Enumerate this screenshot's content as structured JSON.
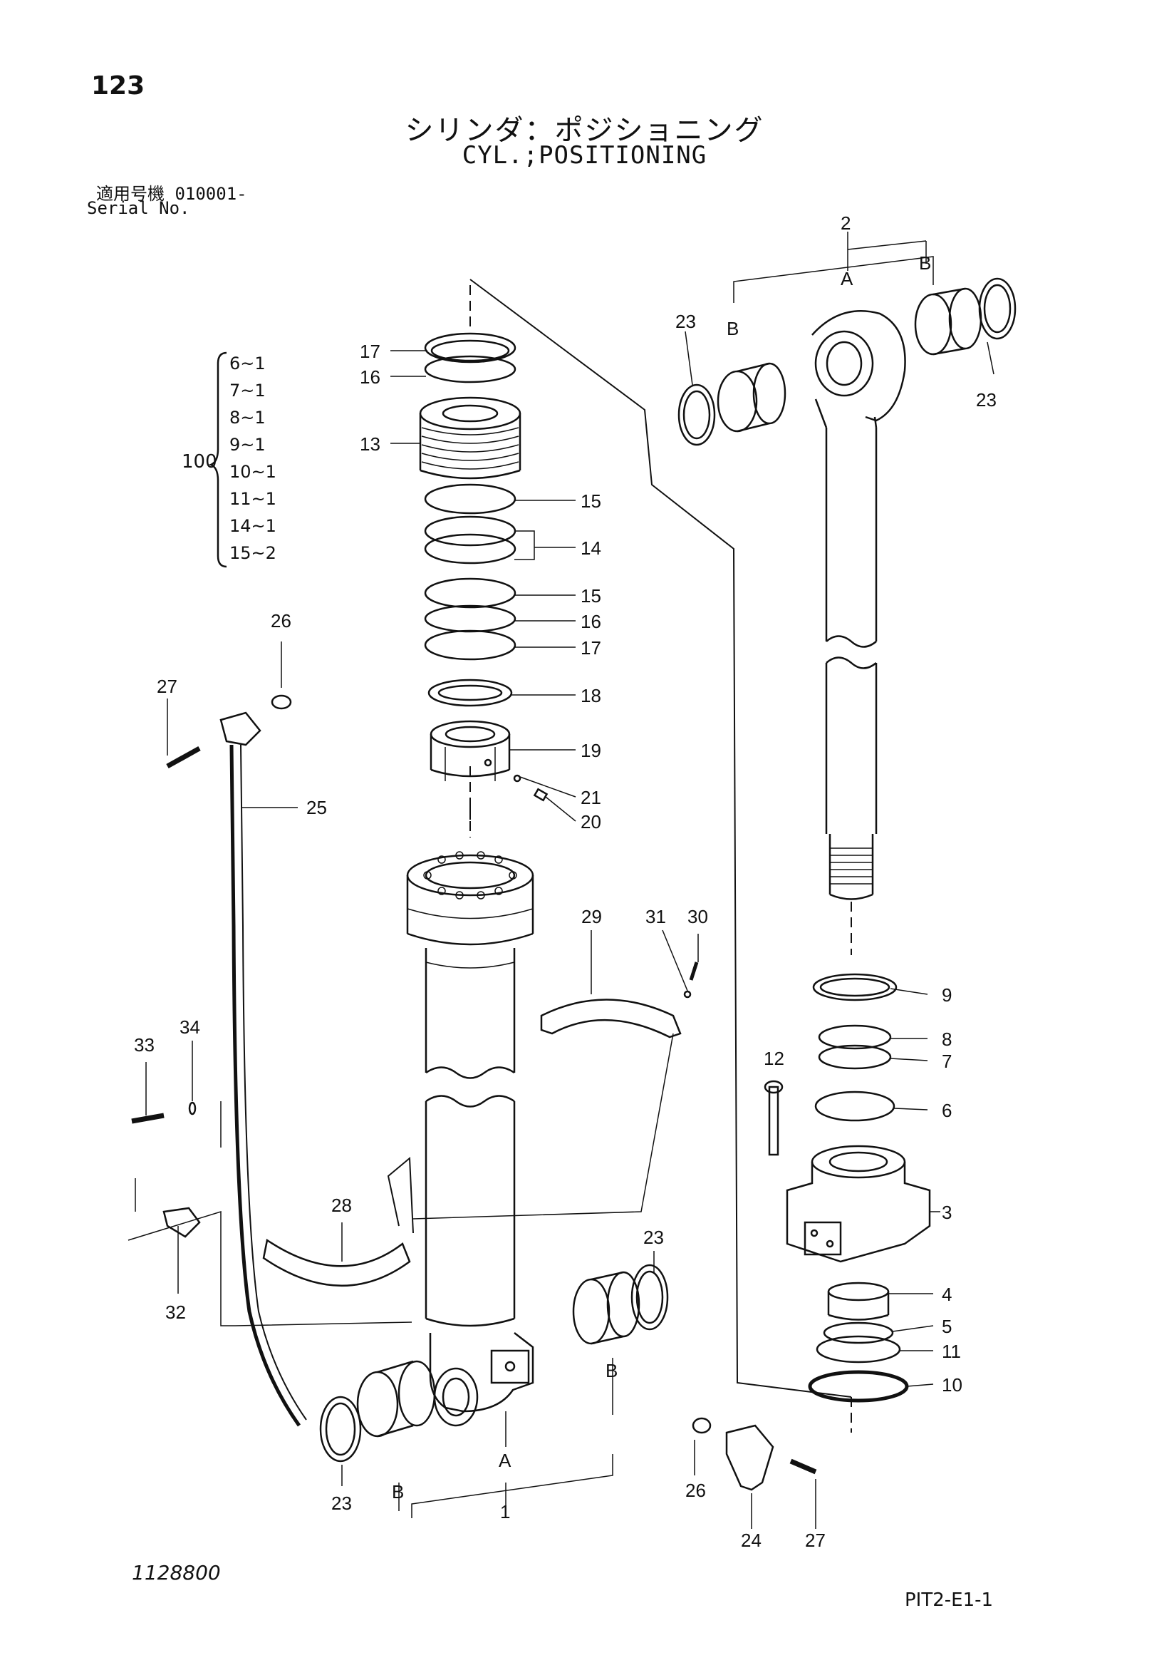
{
  "page_number": "123",
  "title_jp": "シリンダ：ポジショニング",
  "title_en": "CYL.;POSITIONING",
  "serial": {
    "label_jp": "適用号機",
    "value": "010001-",
    "label_en": "Serial No."
  },
  "kit": {
    "number": "100",
    "items": [
      "6~1",
      "7~1",
      "8~1",
      "9~1",
      "10~1",
      "11~1",
      "14~1",
      "15~2"
    ]
  },
  "callouts": {
    "c17a": "17",
    "c16a": "16",
    "c13": "13",
    "c15a": "15",
    "c14": "14",
    "c15b": "15",
    "c16b": "16",
    "c17b": "17",
    "c18": "18",
    "c19": "19",
    "c21": "21",
    "c20": "20",
    "c2": "2",
    "cA_top": "A",
    "cB_top_left": "B",
    "cB_top_right": "B",
    "c23_top_left": "23",
    "c23_top_right": "23",
    "c9": "9",
    "c8": "8",
    "c7": "7",
    "c12": "12",
    "c6": "6",
    "c3": "3",
    "c4": "4",
    "c5": "5",
    "c11": "11",
    "c10": "10",
    "c26_top": "26",
    "c27_top": "27",
    "c25": "25",
    "c29": "29",
    "c31": "31",
    "c30": "30",
    "c33": "33",
    "c34": "34",
    "c28": "28",
    "c32": "32",
    "c23_bot_right": "23",
    "cB_bot_right": "B",
    "cA_bot": "A",
    "c1": "1",
    "cB_bot_left": "B",
    "c23_bot_left": "23",
    "c26_bot": "26",
    "c24": "24",
    "c27_bot": "27"
  },
  "drawing_number": "1128800",
  "sheet_code": "PIT2-E1-1"
}
